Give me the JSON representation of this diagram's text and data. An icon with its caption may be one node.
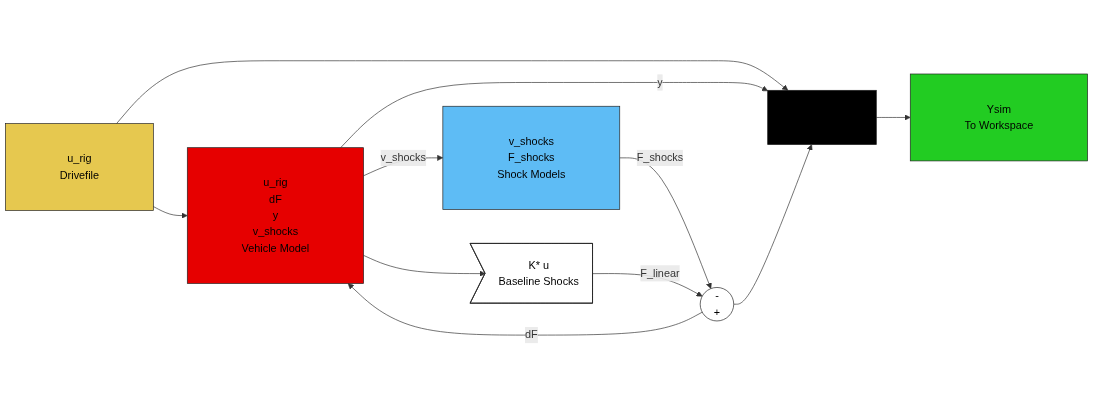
{
  "diagram": {
    "nodes": [
      {
        "text": [
          "u_rig",
          "Drivefile"
        ]
      },
      {
        "text": [
          "u_rig",
          "dF",
          "y",
          "v_shocks",
          "Vehicle Model"
        ]
      },
      {
        "text": [
          "v_shocks",
          "F_shocks",
          "Shock Models"
        ]
      },
      {
        "text": [
          "K* u",
          "Baseline Shocks"
        ]
      },
      {
        "text": [
          "-",
          "+"
        ]
      },
      {
        "text": [],
        "shape": "bar"
      },
      {
        "text": [
          "Ysim",
          "To Workspace"
        ]
      }
    ],
    "edges": [
      {
        "from": 0,
        "to": 1,
        "arrow": "to"
      },
      {
        "from": 0,
        "to": 5,
        "arrow": "to"
      },
      {
        "from": 1,
        "to": 5,
        "label": "y",
        "arrow": "to"
      },
      {
        "from": 1,
        "to": 2,
        "label": "v_shocks",
        "arrow": "to"
      },
      {
        "from": 1,
        "to": 3,
        "arrow": "to"
      },
      {
        "from": 2,
        "to": 4,
        "label": "F_shocks",
        "arrow": "to"
      },
      {
        "from": 3,
        "to": 4,
        "label": "F_linear",
        "arrow": "to"
      },
      {
        "from": 4,
        "to": 1,
        "label": "dF",
        "arrow": "to"
      },
      {
        "from": 4,
        "to": 5,
        "arrow": "to"
      },
      {
        "from": 5,
        "to": 6,
        "arrow": "to"
      }
    ]
  }
}
